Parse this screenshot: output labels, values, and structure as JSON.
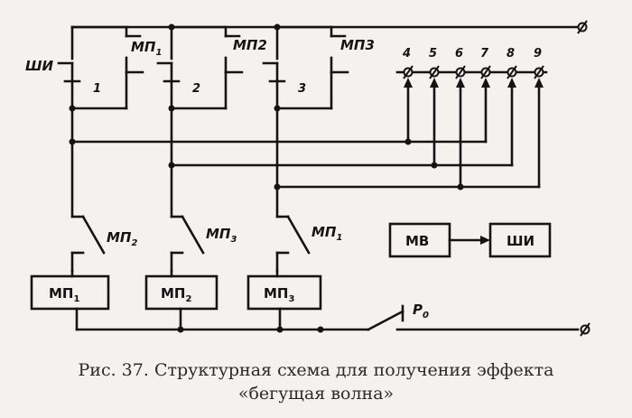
{
  "diagram": {
    "pulse_sensor_label": "ШИ",
    "relay_contacts": [
      {
        "name": "МП",
        "sub": "1"
      },
      {
        "name": "МП2",
        "sub": ""
      },
      {
        "name": "МП3",
        "sub": ""
      }
    ],
    "switch_numbers": [
      "1",
      "2",
      "3"
    ],
    "output_terminals": [
      "4",
      "5",
      "6",
      "7",
      "8",
      "9"
    ],
    "lower_contacts": [
      {
        "name": "МП",
        "sub": "2"
      },
      {
        "name": "МП",
        "sub": "3"
      },
      {
        "name": "МП",
        "sub": "1"
      }
    ],
    "relay_coils": [
      {
        "name": "МП",
        "sub": "1"
      },
      {
        "name": "МП",
        "sub": "2"
      },
      {
        "name": "МП",
        "sub": "3"
      }
    ],
    "main_contact": {
      "name": "Р",
      "sub": "0"
    },
    "mv_block": "МВ",
    "shi_block": "ШИ"
  },
  "caption": {
    "line1": "Рис. 37. Структурная схема для получения эффекта",
    "line2": "«бегущая волна»"
  }
}
